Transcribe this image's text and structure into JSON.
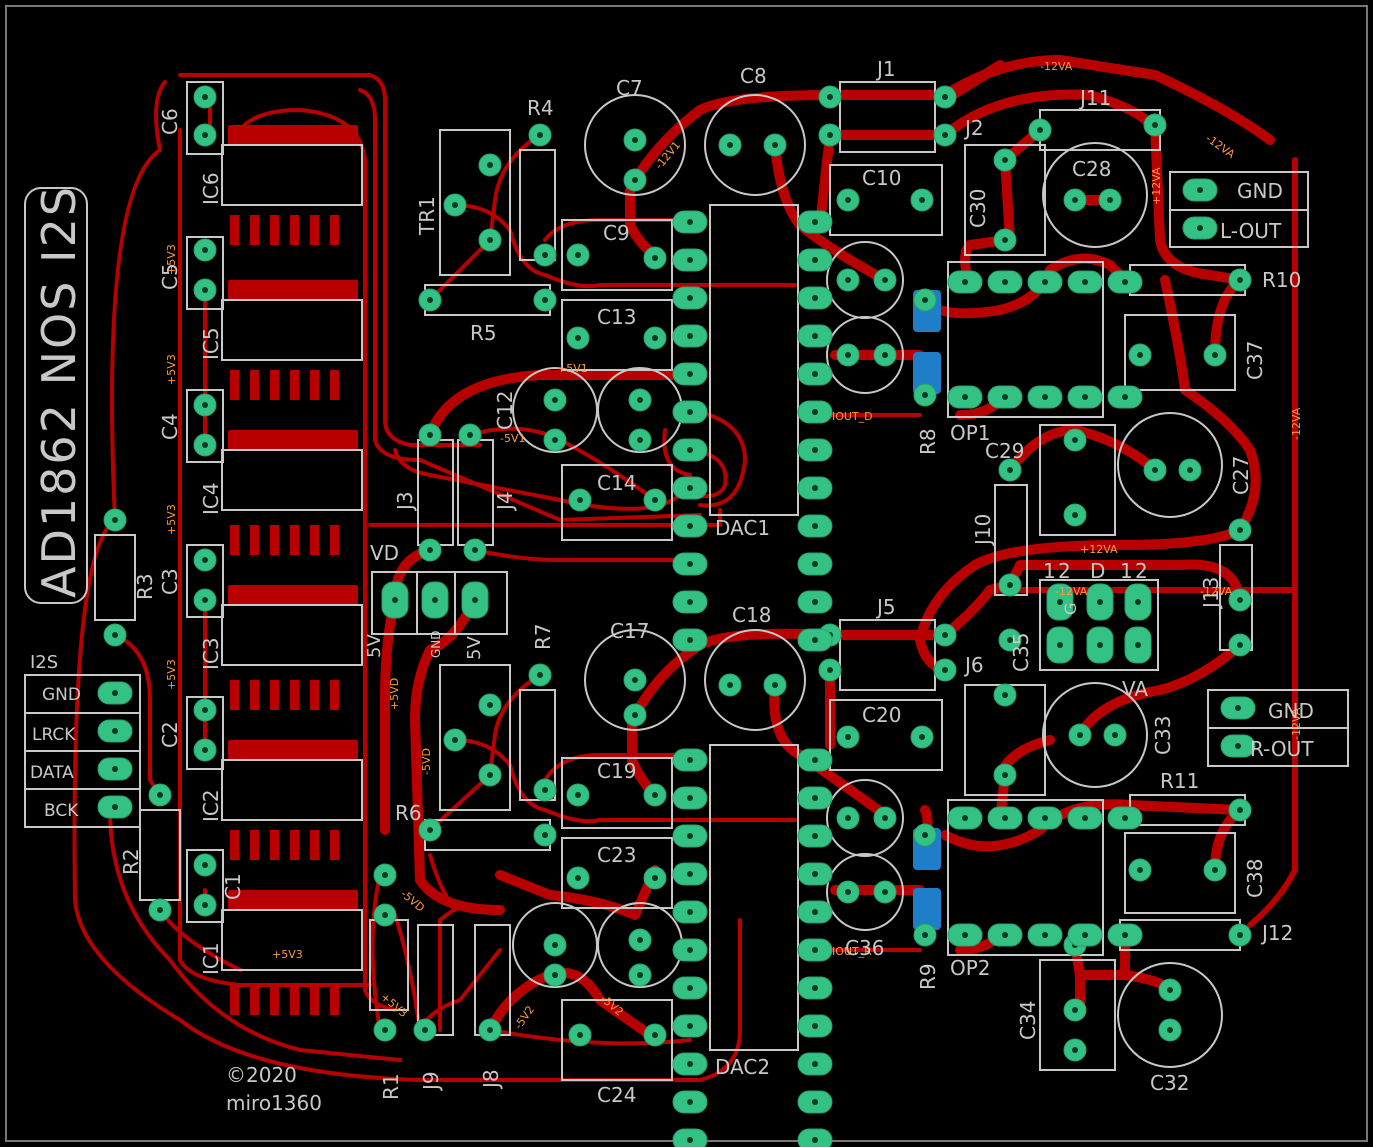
{
  "board": {
    "title": "AD1862 NOS I2S",
    "copyright": "©2020",
    "author": "miro1360"
  },
  "connectors": {
    "i2s_header": "I2S",
    "i2s_pins": [
      "GND",
      "LRCK",
      "DATA",
      "BCK"
    ],
    "left_out": [
      "GND",
      "L-OUT"
    ],
    "right_out": [
      "GND",
      "R-OUT"
    ]
  },
  "labels": {
    "vd": "VD",
    "gnd": "GND",
    "j5v": "5V",
    "header_digits": [
      "1",
      "2",
      "1",
      "2"
    ],
    "header_letters": [
      "D",
      "G"
    ]
  },
  "designators": {
    "C6": "C6",
    "C5": "C5",
    "C4": "C4",
    "C3": "C3",
    "C2": "C2",
    "C1": "C1",
    "IC6": "IC6",
    "IC5": "IC5",
    "IC4": "IC4",
    "IC3": "IC3",
    "IC2": "IC2",
    "IC1": "IC1",
    "R1": "R1",
    "R2": "R2",
    "R3": "R3",
    "R4": "R4",
    "R5": "R5",
    "R6": "R6",
    "R7": "R7",
    "R8": "R8",
    "R9": "R9",
    "R10": "R10",
    "R11": "R11",
    "TR1": "TR1",
    "C7": "C7",
    "C8": "C8",
    "C9": "C9",
    "C10": "C10",
    "C12": "C12",
    "C13": "C13",
    "C14": "C14",
    "C17": "C17",
    "C18": "C18",
    "C19": "C19",
    "C20": "C20",
    "C23": "C23",
    "C24": "C24",
    "C27": "C27",
    "C28": "C28",
    "C29": "C29",
    "C30": "C30",
    "C32": "C32",
    "C33": "C33",
    "C34": "C34",
    "C35": "C35",
    "C37": "C37",
    "C38": "C38",
    "C36": "C36",
    "J1": "J1",
    "J2": "J2",
    "J3": "J3",
    "J4": "J4",
    "J5": "J5",
    "J6": "J6",
    "J8": "J8",
    "J9": "J9",
    "J10": "J10",
    "J11": "J11",
    "J12": "J12",
    "J13": "J13",
    "DAC1": "DAC1",
    "DAC2": "DAC2",
    "OP1": "OP1",
    "OP2": "OP2"
  },
  "nets": {
    "n5v3": "+5V3",
    "n5v1": "+5V1",
    "m5v1": "-5V1",
    "m5v2": "-5V2",
    "n5vd": "+5VD",
    "m5vd": "-5VD",
    "n12v1": "-12V1",
    "m12va": "-12VA",
    "p12va": "+12VA",
    "va": "VA",
    "iout_d": "IOUT_D",
    "iout_r": "IOUT_R"
  }
}
